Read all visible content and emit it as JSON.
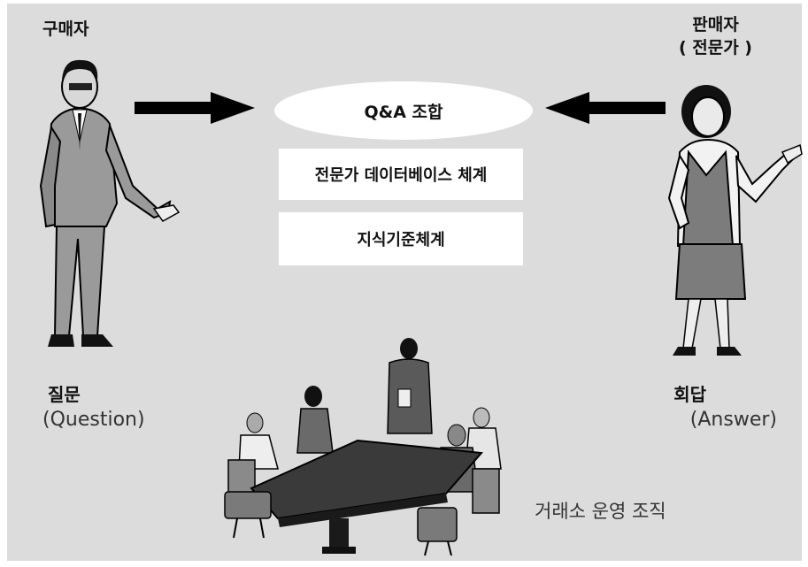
{
  "buyer": {
    "title": "구매자"
  },
  "seller": {
    "title_line1": "판매자",
    "title_line2": "( 전문가 )"
  },
  "center": {
    "ellipse_label": "Q&A 조합",
    "box1_label": "전문가 데이터베이스 체계",
    "box2_label": "지식기준체계"
  },
  "question": {
    "ko": "질문",
    "en": "(Question)"
  },
  "answer": {
    "ko": "회답",
    "en": "(Answer)"
  },
  "organization": {
    "label": "거래소 운영 조직"
  },
  "icons": [
    "buyer-figure-icon",
    "seller-figure-icon",
    "arrow-right-icon",
    "arrow-left-icon",
    "meeting-table-icon"
  ],
  "colors": {
    "background": "#dcdcdc",
    "panel": "#ffffff",
    "ink": "#111111"
  }
}
